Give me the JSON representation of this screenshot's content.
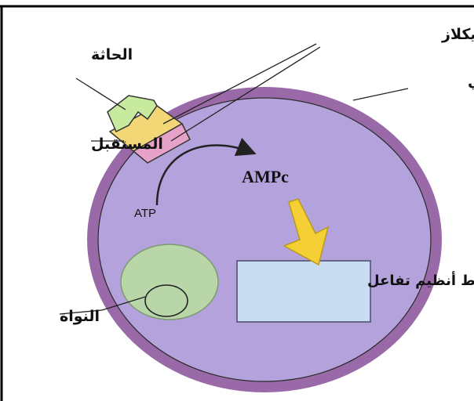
{
  "labels": {
    "enzyme": "أنظيم الأدنيل سيكلاز",
    "hormone": "الحاثة",
    "membrane": "الغشاء الهيولي",
    "receptor": "المستقبل",
    "cAMP": "AMPc",
    "ATP": "ATP",
    "activation": "تنشيط أنظيم تفاعل",
    "nucleus": "النواة"
  },
  "colors": {
    "membrane_outer": "#9a6aa8",
    "cytoplasm": "#b4a2dc",
    "nucleus": "#b8d6a8",
    "hormone": "#c8ea9e",
    "receptor_yellow": "#f3d675",
    "receptor_pink": "#e6a2c8",
    "arrow_yellow": "#f4d034",
    "activation_box": "#c9ddf2"
  }
}
